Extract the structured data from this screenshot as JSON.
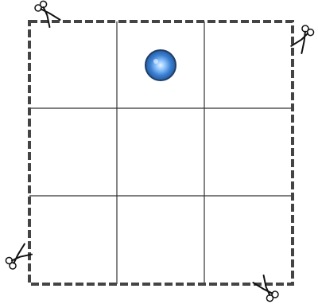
{
  "puzzle": {
    "grid": {
      "rows": 3,
      "cols": 3
    },
    "ball": {
      "row": 1,
      "col": 2
    },
    "colors": {
      "border": "#444444",
      "grid_line": "#333333",
      "ball_dark": "#1f4f92",
      "ball_mid": "#3b7fd0",
      "ball_light": "#e8f4ff",
      "scissors": "#111111"
    },
    "scissors_icons": [
      "scissors-icon-top-left",
      "scissors-icon-top-right",
      "scissors-icon-bottom-left",
      "scissors-icon-bottom-right"
    ]
  }
}
